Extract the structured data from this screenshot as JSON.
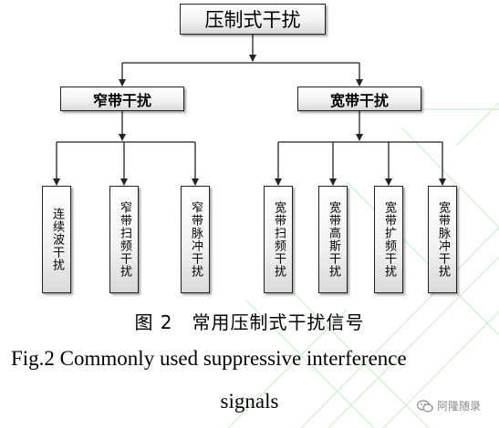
{
  "root": {
    "label": "压制式干扰"
  },
  "branches": [
    {
      "label": "窄带干扰",
      "children": [
        "连续波干扰",
        "窄带扫频干扰",
        "窄带脉冲干扰"
      ]
    },
    {
      "label": "宽带干扰",
      "children": [
        "宽带扫频干扰",
        "宽带高斯干扰",
        "宽带扩频干扰",
        "宽带脉冲干扰"
      ]
    }
  ],
  "caption": {
    "cn": "图 2　常用压制式干扰信号",
    "en_line1": "Fig.2    Commonly used suppressive interference",
    "en_line2": "signals"
  },
  "watermark": {
    "text": "阿隆随录",
    "icon": "wechat-icon"
  }
}
